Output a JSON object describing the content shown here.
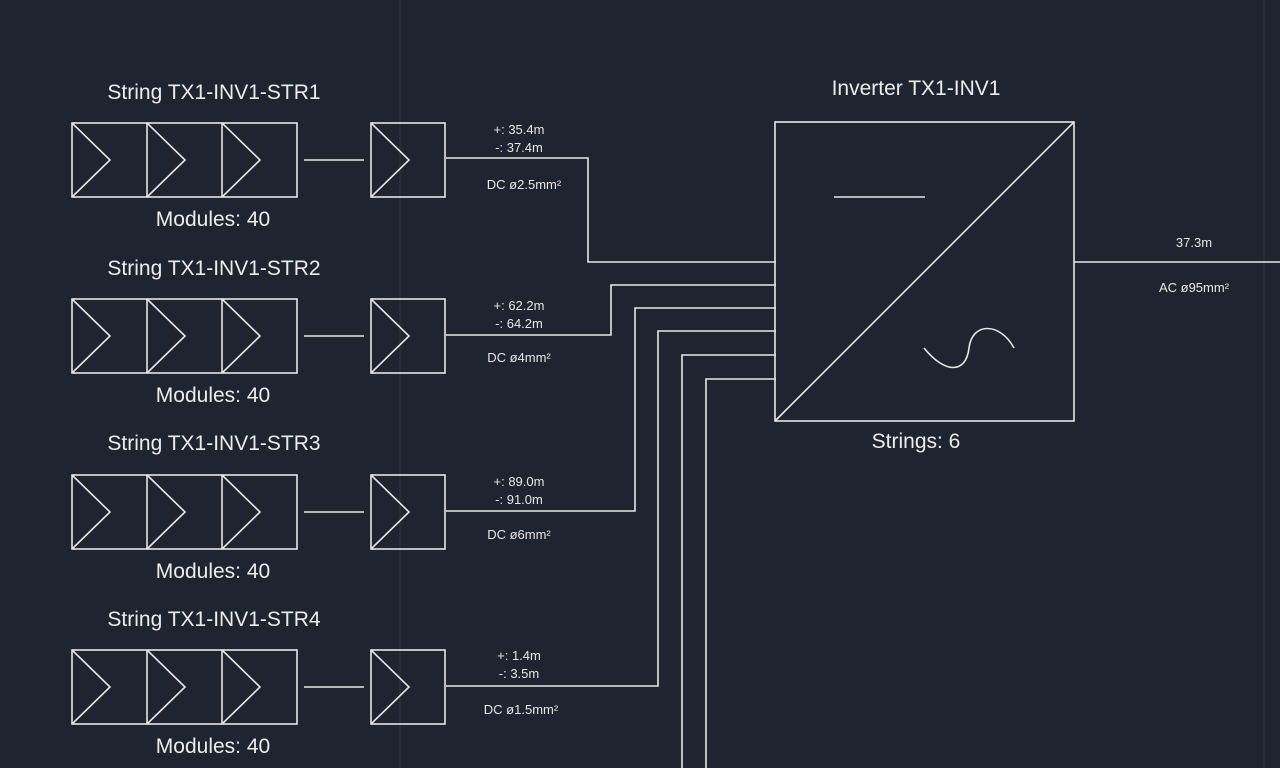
{
  "inverter": {
    "title": "Inverter TX1-INV1",
    "strings_label": "Strings: 6",
    "ac_length": "37.3m",
    "ac_cable": "AC ø95mm²"
  },
  "strings": [
    {
      "title": "String TX1-INV1-STR1",
      "modules": "Modules: 40",
      "plus": "+: 35.4m",
      "minus": "-: 37.4m",
      "cable": "DC ø2.5mm²"
    },
    {
      "title": "String TX1-INV1-STR2",
      "modules": "Modules: 40",
      "plus": "+: 62.2m",
      "minus": "-: 64.2m",
      "cable": "DC ø4mm²"
    },
    {
      "title": "String TX1-INV1-STR3",
      "modules": "Modules: 40",
      "plus": "+: 89.0m",
      "minus": "-: 91.0m",
      "cable": "DC ø6mm²"
    },
    {
      "title": "String TX1-INV1-STR4",
      "modules": "Modules: 40",
      "plus": "+: 1.4m",
      "minus": "-: 3.5m",
      "cable": "DC ø1.5mm²"
    }
  ]
}
